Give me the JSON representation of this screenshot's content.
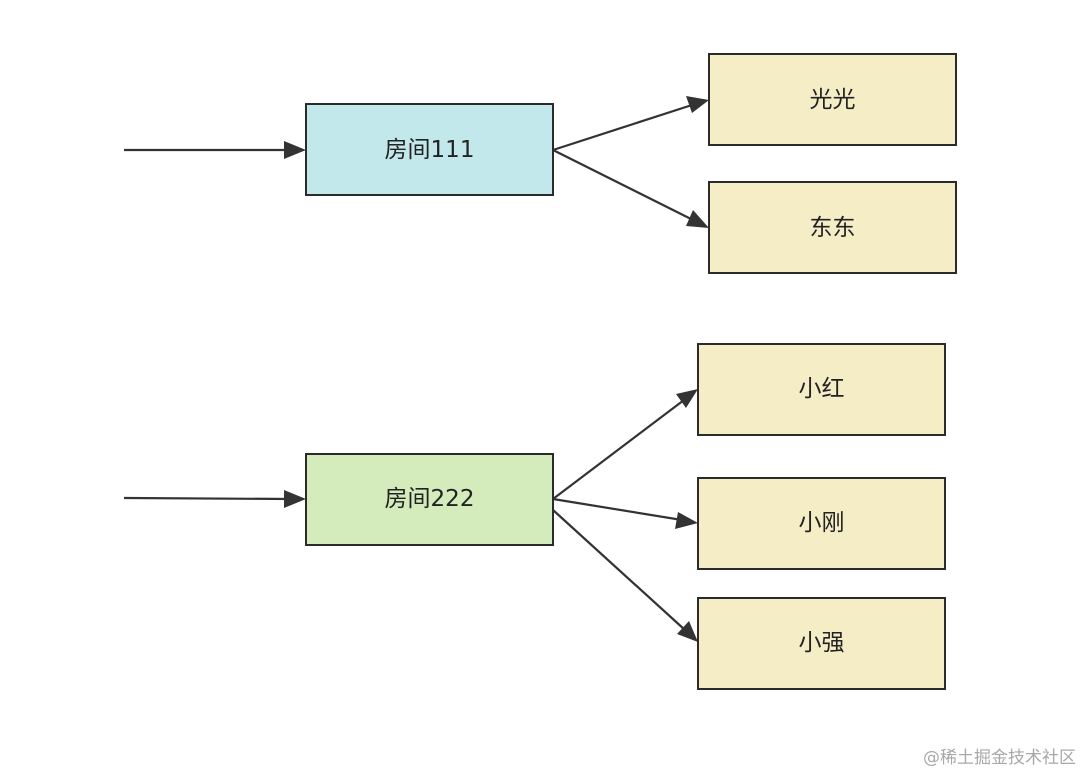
{
  "colors": {
    "room_111_fill": "#c2e8eb",
    "room_222_fill": "#d4ebbb",
    "member_fill": "#f5edc6",
    "stroke": "#2b2b2b",
    "arrow": "#333333"
  },
  "rooms": [
    {
      "id": "room-111",
      "label": "房间111",
      "members": [
        "光光",
        "东东"
      ]
    },
    {
      "id": "room-222",
      "label": "房间222",
      "members": [
        "小红",
        "小刚",
        "小强"
      ]
    }
  ],
  "watermark": "@稀土掘金技术社区"
}
